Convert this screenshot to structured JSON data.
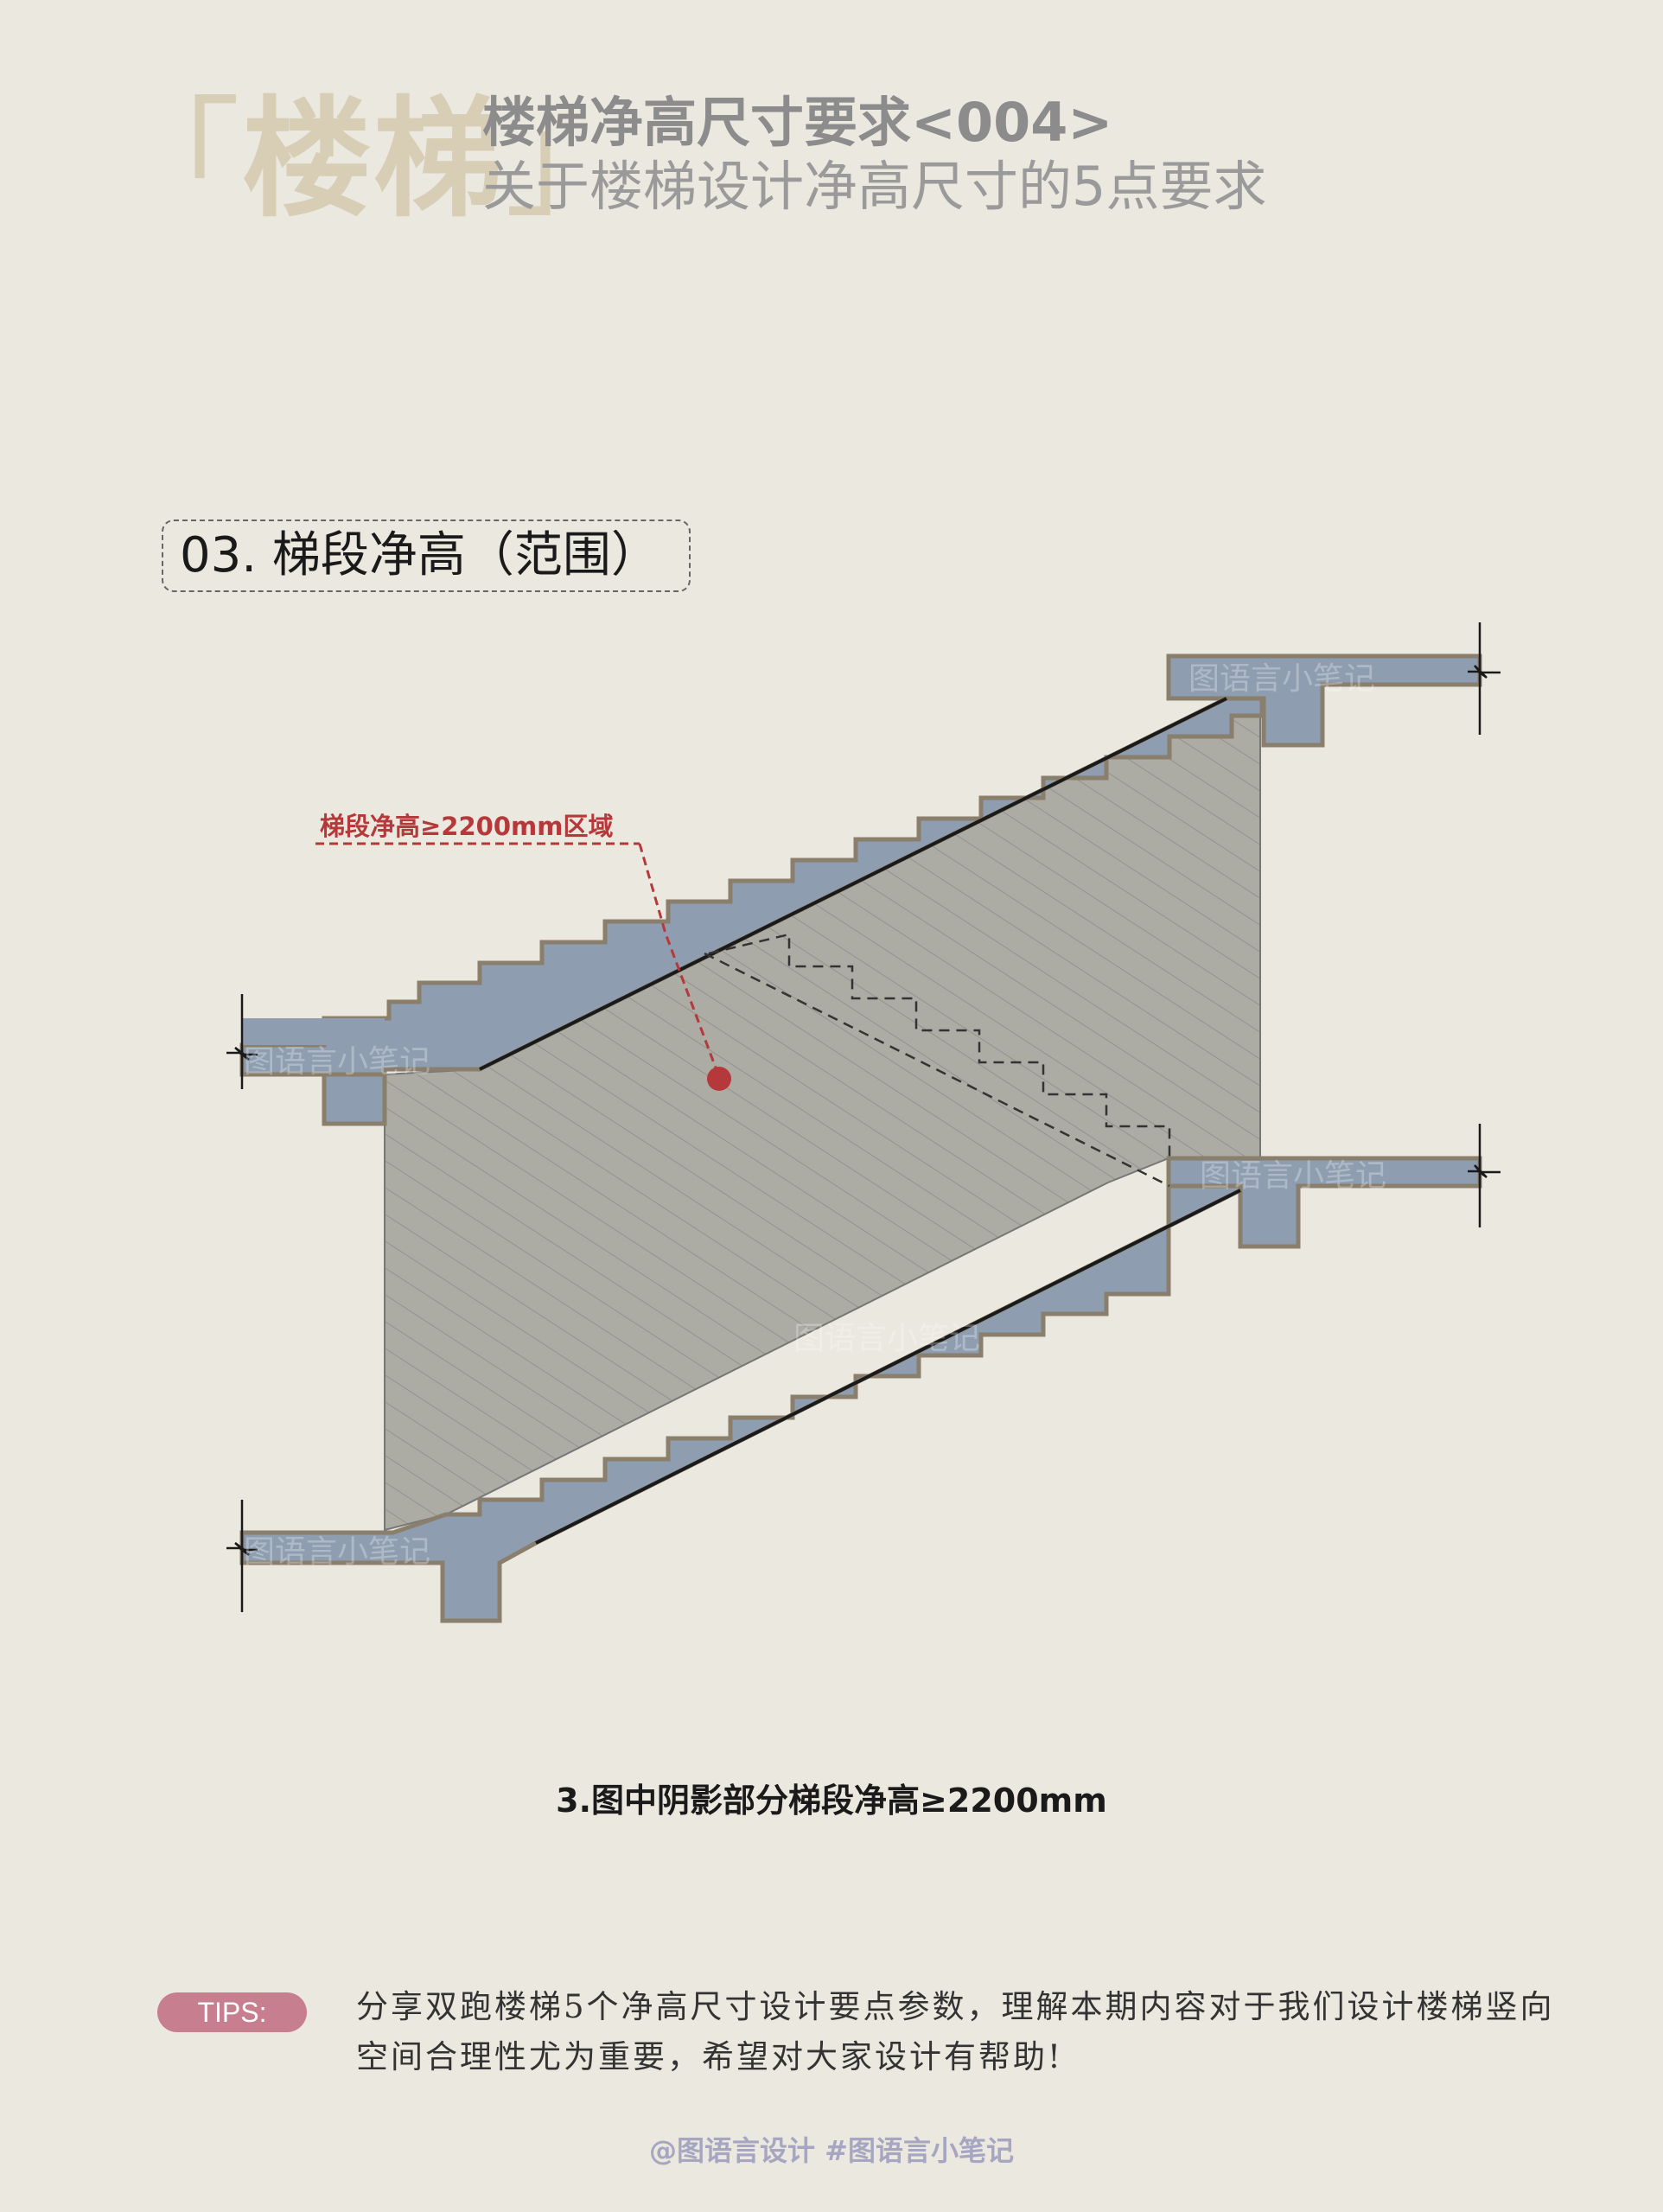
{
  "header": {
    "big_title": "楼梯",
    "bracket_open": "「",
    "bracket_close": "」",
    "subtitle_1": "楼梯净高尺寸要求<004>",
    "subtitle_2": "关于楼梯设计净高尺寸的5点要求"
  },
  "section": {
    "title": "03. 梯段净高（范围）"
  },
  "diagram": {
    "zone_label": "梯段净高≥2200mm区域",
    "watermark": "图语言小笔记",
    "colors": {
      "slab": "#8e9eb0",
      "slab_outline": "#8a7e6c",
      "hatch_fill": "#acaba4",
      "annotation": "#b5383a"
    }
  },
  "caption": "3.图中阴影部分梯段净高≥2200mm",
  "tips": {
    "label": "TIPS:",
    "text": "分享双跑楼梯5个净高尺寸设计要点参数，理解本期内容对于我们设计楼梯竖向空间合理性尤为重要，希望对大家设计有帮助!"
  },
  "footer": "@图语言设计  #图语言小笔记"
}
